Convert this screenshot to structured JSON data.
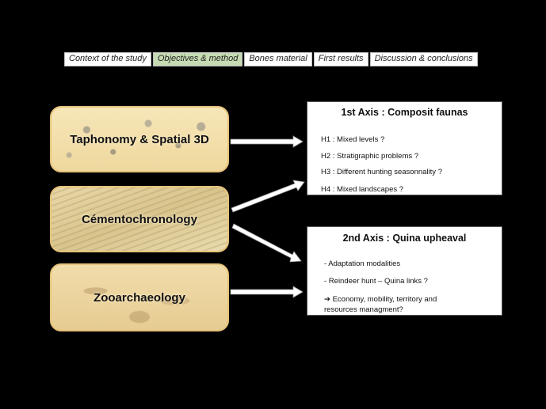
{
  "nav": {
    "tabs": [
      {
        "label": "Context  of the study",
        "active": false
      },
      {
        "label": "Objectives  & method",
        "active": true
      },
      {
        "label": "Bones material",
        "active": false
      },
      {
        "label": "First results",
        "active": false
      },
      {
        "label": "Discussion & conclusions",
        "active": false
      }
    ]
  },
  "methods": {
    "taphonomy": "Taphonomy & Spatial 3D",
    "cemento": "Cémentochronology",
    "zoo": "Zooarchaeology"
  },
  "axis1": {
    "title": "1st Axis : Composit faunas",
    "items": [
      "H1 : Mixed levels ?",
      "H2 : Stratigraphic problems  ?",
      "H3 : Different hunting seasonnality ?",
      "H4 : Mixed landscapes ?"
    ]
  },
  "axis2": {
    "title": "2nd Axis : Quina upheaval",
    "items": [
      "- Adaptation modalities",
      "- Reindeer hunt  – Quina links ?",
      "➔ Economy, mobility, territory  and",
      "resources managment?"
    ]
  },
  "colors": {
    "background": "#000000",
    "active_tab": "#c6dbb3",
    "method_border": "#e6c27a"
  }
}
